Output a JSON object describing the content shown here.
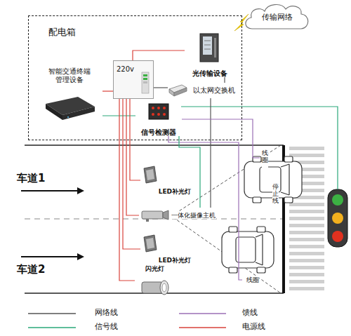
{
  "diagram": {
    "nodes": [
      {
        "text": [
          "配电箱"
        ]
      },
      {
        "text": [
          "220v"
        ],
        "in": 0
      },
      {
        "text": [
          "光传输设备"
        ],
        "in": 0
      },
      {
        "text": [
          "以太网交换机"
        ],
        "in": 0
      },
      {
        "text": [
          "智能交通终端管理设备"
        ],
        "in": 0
      },
      {
        "text": [
          "信号检测器"
        ],
        "in": 0
      },
      {
        "text": [
          "传输网络"
        ]
      },
      {
        "text": [
          "LED补光灯"
        ]
      },
      {
        "text": [
          "一体化摄像主机"
        ]
      },
      {
        "text": [
          "LED补光灯"
        ]
      },
      {
        "text": [
          "闪光灯"
        ]
      },
      {
        "text": [
          "线圈"
        ]
      },
      {
        "text": [
          "线圈"
        ]
      }
    ],
    "edges": [
      {
        "from": 1,
        "to": 2,
        "arrow": "none"
      },
      {
        "from": 1,
        "to": 4,
        "arrow": "none"
      },
      {
        "from": 3,
        "to": 1,
        "arrow": "none"
      },
      {
        "from": 3,
        "to": 2,
        "arrow": "none"
      },
      {
        "from": 5,
        "to": 4,
        "arrow": "none"
      },
      {
        "from": 1,
        "to": 7,
        "arrow": "none"
      },
      {
        "from": 1,
        "to": 9,
        "arrow": "none"
      },
      {
        "from": 1,
        "to": 10,
        "arrow": "none"
      },
      {
        "from": 1,
        "to": 8,
        "arrow": "none"
      },
      {
        "from": 8,
        "to": 3,
        "arrow": "none"
      },
      {
        "from": 5,
        "to": 11,
        "arrow": "none"
      },
      {
        "from": 5,
        "to": 12,
        "arrow": "none"
      },
      {
        "from": 5,
        "to": 8,
        "arrow": "none"
      }
    ],
    "labels": [
      "车道1",
      "车道2",
      "停止线"
    ],
    "legend": [
      {
        "text": "网络线"
      },
      {
        "text": "馈线"
      },
      {
        "text": "信号线"
      },
      {
        "text": "电源线"
      }
    ]
  }
}
